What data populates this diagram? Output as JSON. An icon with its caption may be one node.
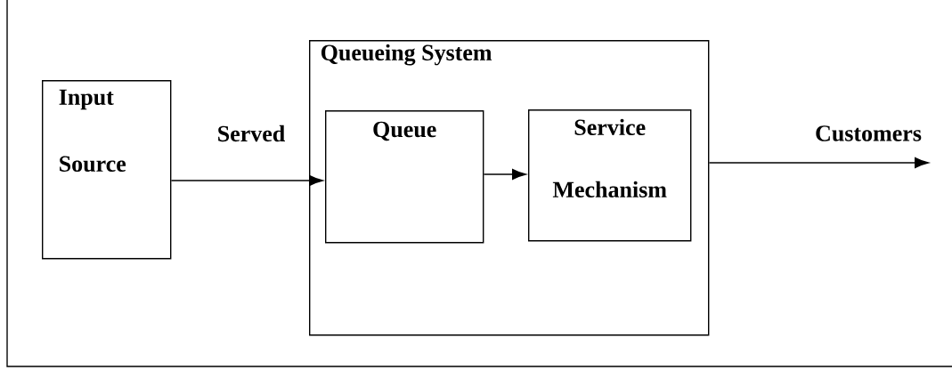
{
  "diagram": {
    "nodes": [
      {
        "text": [
          "Input Source"
        ]
      },
      {
        "text": [
          "Queueing System"
        ]
      },
      {
        "text": [
          "Queue"
        ],
        "in": 1
      },
      {
        "text": [
          "Service Mechanism"
        ],
        "in": 1
      }
    ],
    "edges": [
      {
        "from": 0,
        "to": 2,
        "arrow": "to",
        "label": "Served"
      },
      {
        "from": 2,
        "to": 3,
        "arrow": "to"
      },
      {
        "from": 1,
        "to": null,
        "arrow": "to",
        "label": "Customers"
      }
    ]
  }
}
